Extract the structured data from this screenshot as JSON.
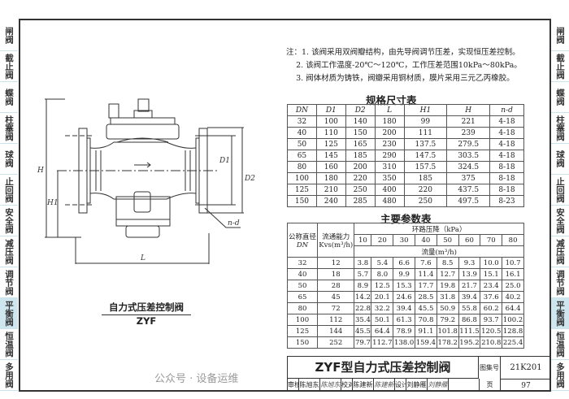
{
  "sidebar": [
    "闸阀",
    "截止阀",
    "蝶阀",
    "柱塞阀",
    "球阀",
    "止回阀",
    "安全阀",
    "减压阀",
    "调节阀",
    "平衡阀",
    "恒温阀",
    "多用阀"
  ],
  "active_tab": "平衡阀",
  "notes": {
    "prefix": "注：",
    "items": [
      "1. 该阀采用双阀瓣结构，由先导阀调节压差，实现恒压差控制。",
      "2. 该阀工作温度-20℃～120℃，工作压差范围10kPa～80kPa。",
      "3. 阀体材质为铸铁，阀瓣采用铜材质，膜片采用三元乙丙橡胶。"
    ]
  },
  "dim_table": {
    "title": "规格尺寸表",
    "headers": [
      "DN",
      "D1",
      "D2",
      "L",
      "H1",
      "H",
      "n-d"
    ],
    "rows": [
      [
        "32",
        "100",
        "140",
        "180",
        "99",
        "221",
        "4-18"
      ],
      [
        "40",
        "110",
        "150",
        "200",
        "111",
        "239",
        "4-18"
      ],
      [
        "50",
        "125",
        "165",
        "230",
        "137.5",
        "279.5",
        "4-18"
      ],
      [
        "65",
        "145",
        "185",
        "290",
        "147.5",
        "303.5",
        "4-18"
      ],
      [
        "80",
        "160",
        "200",
        "310",
        "157.5",
        "324.5",
        "8-18"
      ],
      [
        "100",
        "180",
        "220",
        "350",
        "185",
        "375",
        "8-18"
      ],
      [
        "125",
        "210",
        "250",
        "400",
        "220",
        "437.5",
        "8-18"
      ],
      [
        "150",
        "240",
        "285",
        "480",
        "250",
        "497.5",
        "8-23"
      ]
    ]
  },
  "param_table": {
    "title": "主要参数表",
    "h_dn": "公称直径",
    "h_dn2": "DN",
    "h_kvs": "流通能力",
    "h_kvs2": "Kvs(m³/h)",
    "h_drop": "环路压降（kPa）",
    "pressures": [
      "10",
      "20",
      "30",
      "40",
      "50",
      "60",
      "70",
      "80"
    ],
    "h_flow": "流量(m³/h)",
    "rows": [
      [
        "32",
        "12",
        "3.8",
        "5.4",
        "6.6",
        "7.6",
        "8.5",
        "9.3",
        "10.0",
        "10.7"
      ],
      [
        "40",
        "18",
        "5.7",
        "8.0",
        "9.9",
        "11.4",
        "12.7",
        "13.9",
        "15.1",
        "16.1"
      ],
      [
        "50",
        "28",
        "8.9",
        "12.5",
        "15.3",
        "17.7",
        "19.8",
        "21.7",
        "23.4",
        "25.0"
      ],
      [
        "65",
        "45",
        "14.2",
        "20.1",
        "24.6",
        "28.5",
        "31.8",
        "39.4",
        "37.6",
        "40.2"
      ],
      [
        "80",
        "72",
        "22.8",
        "32.2",
        "39.4",
        "45.5",
        "50.9",
        "55.8",
        "60.2",
        "64.4"
      ],
      [
        "100",
        "112",
        "35.4",
        "50.1",
        "61.3",
        "70.8",
        "79.2",
        "86.8",
        "93.7",
        "100.2"
      ],
      [
        "125",
        "144",
        "45.5",
        "64.4",
        "78.9",
        "91.1",
        "101.8",
        "111.5",
        "120.5",
        "128.8"
      ],
      [
        "150",
        "252",
        "79.7",
        "112.7",
        "138.0",
        "159.4",
        "178.2",
        "195.2",
        "210.8",
        "225.4"
      ]
    ]
  },
  "drawing": {
    "caption": "自力式压差控制阀",
    "model": "ZYF",
    "labels": {
      "H": "H",
      "H1": "H1",
      "L": "L",
      "D1": "D1",
      "D2": "D2",
      "nd": "n-d"
    }
  },
  "title_block": {
    "title": "ZYF型自力式压差控制阀",
    "atlas_label": "图集号",
    "atlas_no": "21K201",
    "page_label": "页",
    "page_no": "97",
    "sign": [
      "审核",
      "陈旭东",
      "陈旭东",
      "校对",
      "陈建新",
      "陈建新",
      "设计",
      "刘静雁",
      "刘静雁"
    ]
  },
  "watermark": "公众号 · 设备运维"
}
